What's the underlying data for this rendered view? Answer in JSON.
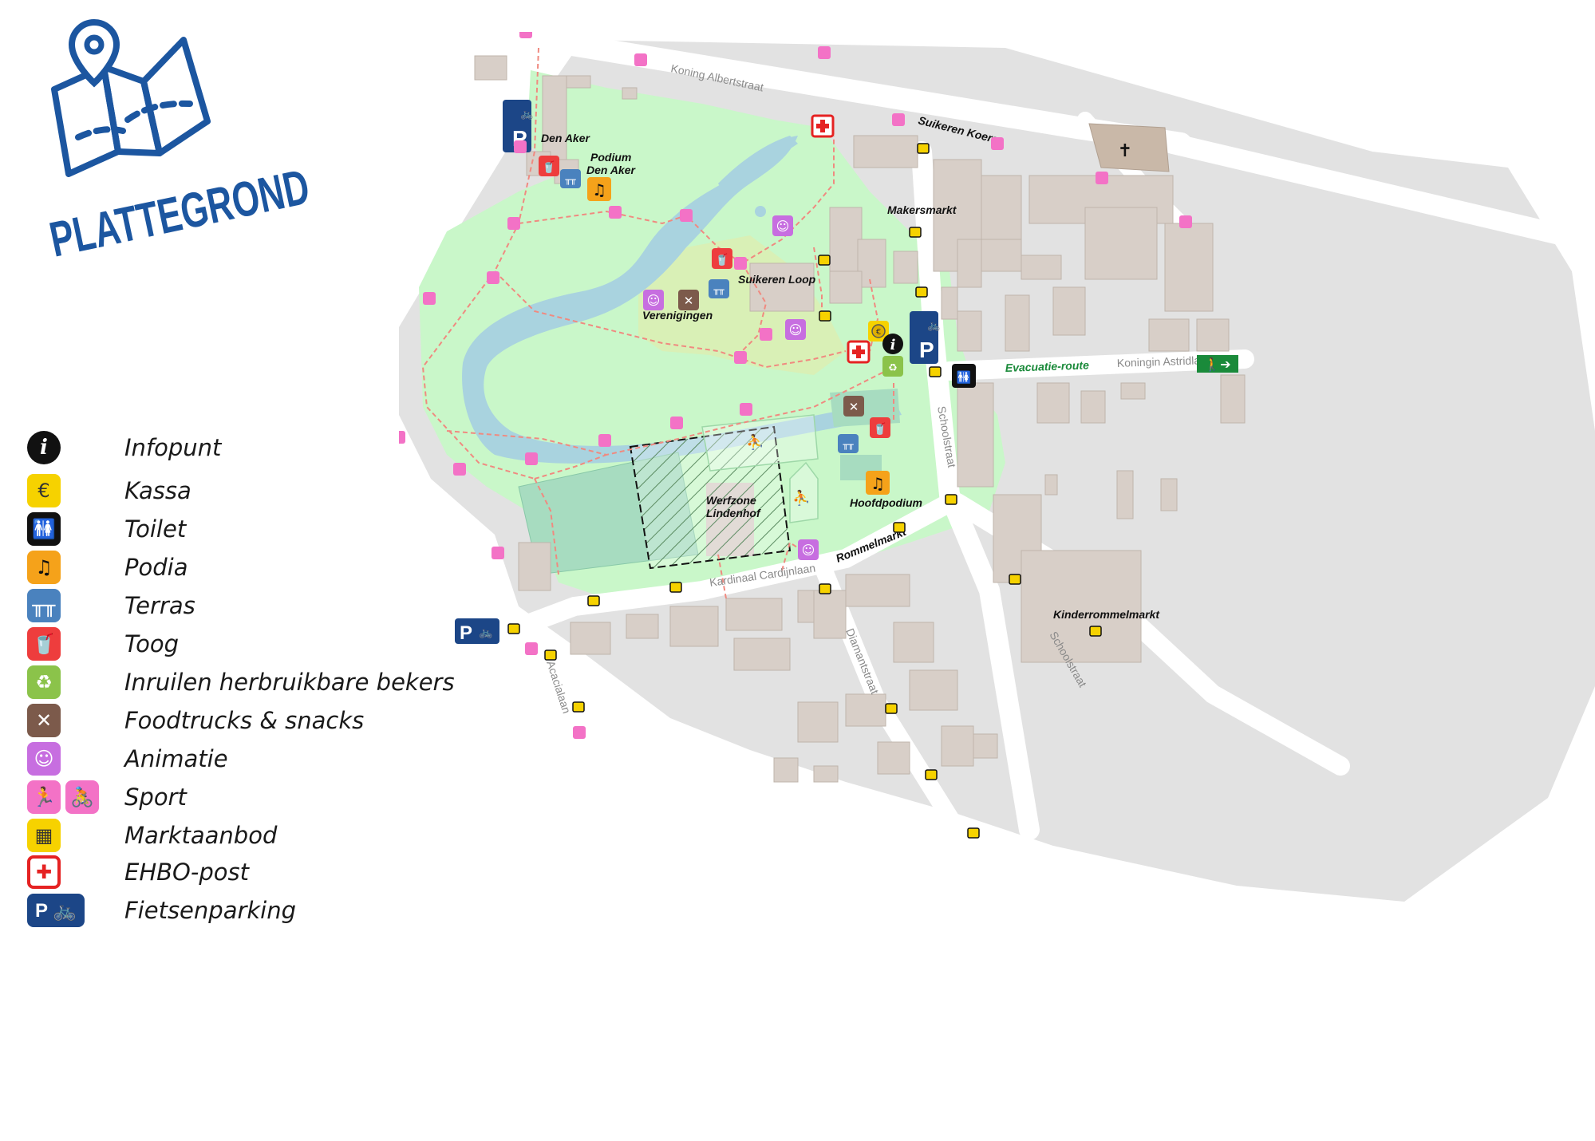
{
  "title": "PLATTEGROND",
  "colors": {
    "brand": "#1c56a0",
    "park": "#c9f7c9",
    "water": "#a9d3df",
    "building": "#d8cfc8",
    "street": "#ffffff",
    "area": "#e2e2e2",
    "trail": "#f08a80",
    "sport": "#f372c6",
    "kassa": "#f6d200",
    "podia": "#f5a21a",
    "terras": "#4a82be",
    "toog": "#ee3d3d",
    "inruilen": "#8bc34a",
    "food": "#7c5a4b",
    "animatie": "#c76ee0",
    "ehbo": "#e52222",
    "parking": "#1c4687"
  },
  "legend": [
    {
      "icon": "info-icon",
      "label": "Infopunt"
    },
    {
      "icon": "coin-icon",
      "label": "Kassa"
    },
    {
      "icon": "toilet-icon",
      "label": "Toilet"
    },
    {
      "icon": "music-note-icon",
      "label": "Podia"
    },
    {
      "icon": "terrace-table-icon",
      "label": "Terras"
    },
    {
      "icon": "cup-icon",
      "label": "Toog"
    },
    {
      "icon": "cup-recycle-icon",
      "label": "Inruilen herbruikbare bekers"
    },
    {
      "icon": "fork-knife-icon",
      "label": "Foodtrucks & snacks"
    },
    {
      "icon": "smiley-icon",
      "label": "Animatie"
    },
    {
      "icon": "runner-icon",
      "label": "Sport"
    },
    {
      "icon": "market-stall-icon",
      "label": "Marktaanbod"
    },
    {
      "icon": "first-aid-cross-icon",
      "label": "EHBO-post"
    },
    {
      "icon": "bike-parking-icon",
      "label": "Fietsenparking"
    }
  ],
  "map": {
    "places": {
      "den_aker": "Den Aker",
      "podium_den_aker_1": "Podium",
      "podium_den_aker_2": "Den Aker",
      "suikeren_loop": "Suikeren Loop",
      "verenigingen": "Verenigingen",
      "makersmarkt": "Makersmarkt",
      "werfzone_1": "Werfzone",
      "werfzone_2": "Lindenhof",
      "hoofdpodium": "Hoofdpodium",
      "kinderrommelmarkt": "Kinderrommelmarkt"
    },
    "streets": {
      "koning_albertstraat": "Koning Albertstraat",
      "suikeren_koers": "Suikeren Koers",
      "evacuatie_route": "Evacuatie-route",
      "koningin_astridlaan": "Koningin Astridlaan",
      "schoolstraat_1": "Schoolstraat",
      "schoolstraat_2": "Schoolstraat",
      "rommelmarkt": "Rommelmarkt",
      "kardinaal_cardijnlaan": "Kardinaal Cardijnlaan",
      "diamantstraat": "Diamantstraat",
      "acacialaan": "Acacialaan"
    }
  }
}
